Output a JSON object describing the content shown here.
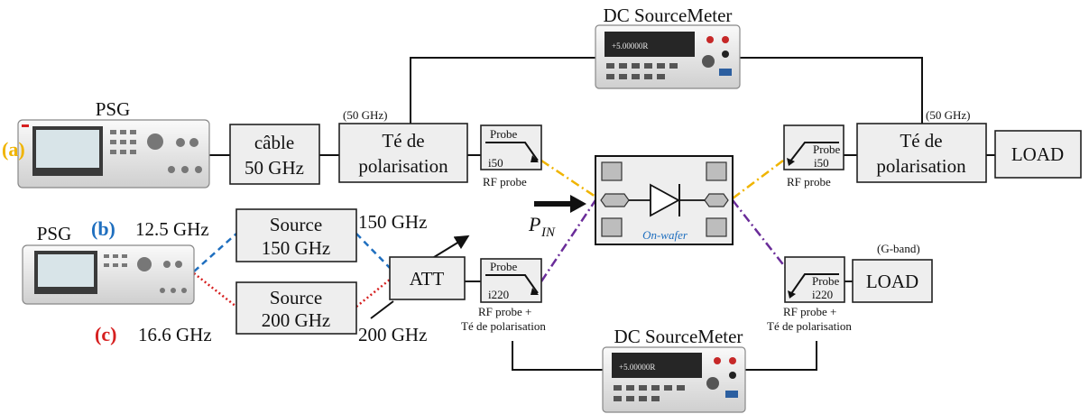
{
  "colors": {
    "path_a": "#f0b400",
    "path_b": "#1f6fbf",
    "path_c": "#d62020",
    "dut_dashdot": "#6a2c99",
    "box_fill": "#eeeeee",
    "onwafer_text": "#1f6fbf"
  },
  "instruments": {
    "psg_top": "PSG",
    "psg_bottom": "PSG",
    "dc_top": "DC SourceMeter",
    "dc_bottom": "DC SourceMeter"
  },
  "paths": {
    "a": {
      "label": "(a)"
    },
    "b": {
      "label": "(b)",
      "freq": "12.5 GHz"
    },
    "c": {
      "label": "(c)",
      "freq": "16.6 GHz"
    }
  },
  "boxes": {
    "cable": [
      "câble",
      "50 GHz"
    ],
    "tee_left": [
      "Té de",
      "polarisation"
    ],
    "tee_right": [
      "Té de",
      "polarisation"
    ],
    "load_top": "LOAD",
    "load_bottom": "LOAD",
    "source150": [
      "Source",
      "150 GHz"
    ],
    "source200": [
      "Source",
      "200 GHz"
    ],
    "att": "ATT"
  },
  "annotations": {
    "tee_left_freq": "(50 GHz)",
    "tee_right_freq": "(50 GHz)",
    "gband": "(G-band)",
    "out150": "150 GHz",
    "out200": "200 GHz",
    "pin_main": "P",
    "pin_sub": "IN",
    "onwafer": "On-wafer"
  },
  "probes": {
    "top_left": {
      "name": "Probe",
      "model": "i50",
      "caption": "RF probe"
    },
    "top_right": {
      "name": "Probe",
      "model": "i50",
      "caption": "RF probe"
    },
    "bottom_left": {
      "name": "Probe",
      "model": "i220",
      "caption1": "RF probe +",
      "caption2": "Té de polarisation"
    },
    "bottom_right": {
      "name": "Probe",
      "model": "i220",
      "caption1": "RF probe +",
      "caption2": "Té de polarisation"
    }
  },
  "screens": {
    "dc_top_display": "+5.00000R",
    "dc_bottom_display": "+5.00000R"
  }
}
